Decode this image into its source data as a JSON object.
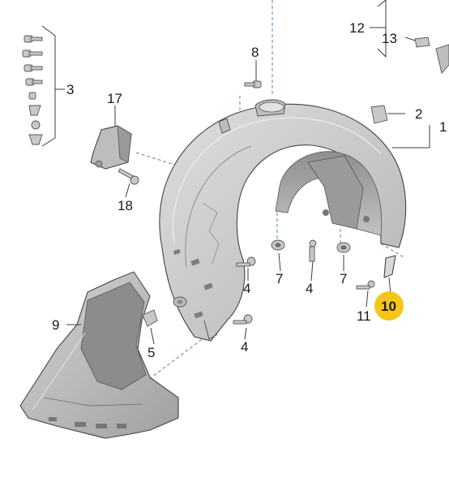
{
  "callouts": {
    "c1": "1",
    "c2": "2",
    "c3": "3",
    "c4a": "4",
    "c4b": "4",
    "c4c": "4",
    "c5": "5",
    "c7a": "7",
    "c7b": "7",
    "c8": "8",
    "c9": "9",
    "c10": "10",
    "c11": "11",
    "c12": "12",
    "c13": "13",
    "c17": "17",
    "c18": "18"
  },
  "colors": {
    "part_fill": "#cfcfcf",
    "part_shade": "#a9a9a9",
    "part_dark": "#8c8c8c",
    "highlight": "#f5c518",
    "leader_line": "#7aa3b4"
  }
}
